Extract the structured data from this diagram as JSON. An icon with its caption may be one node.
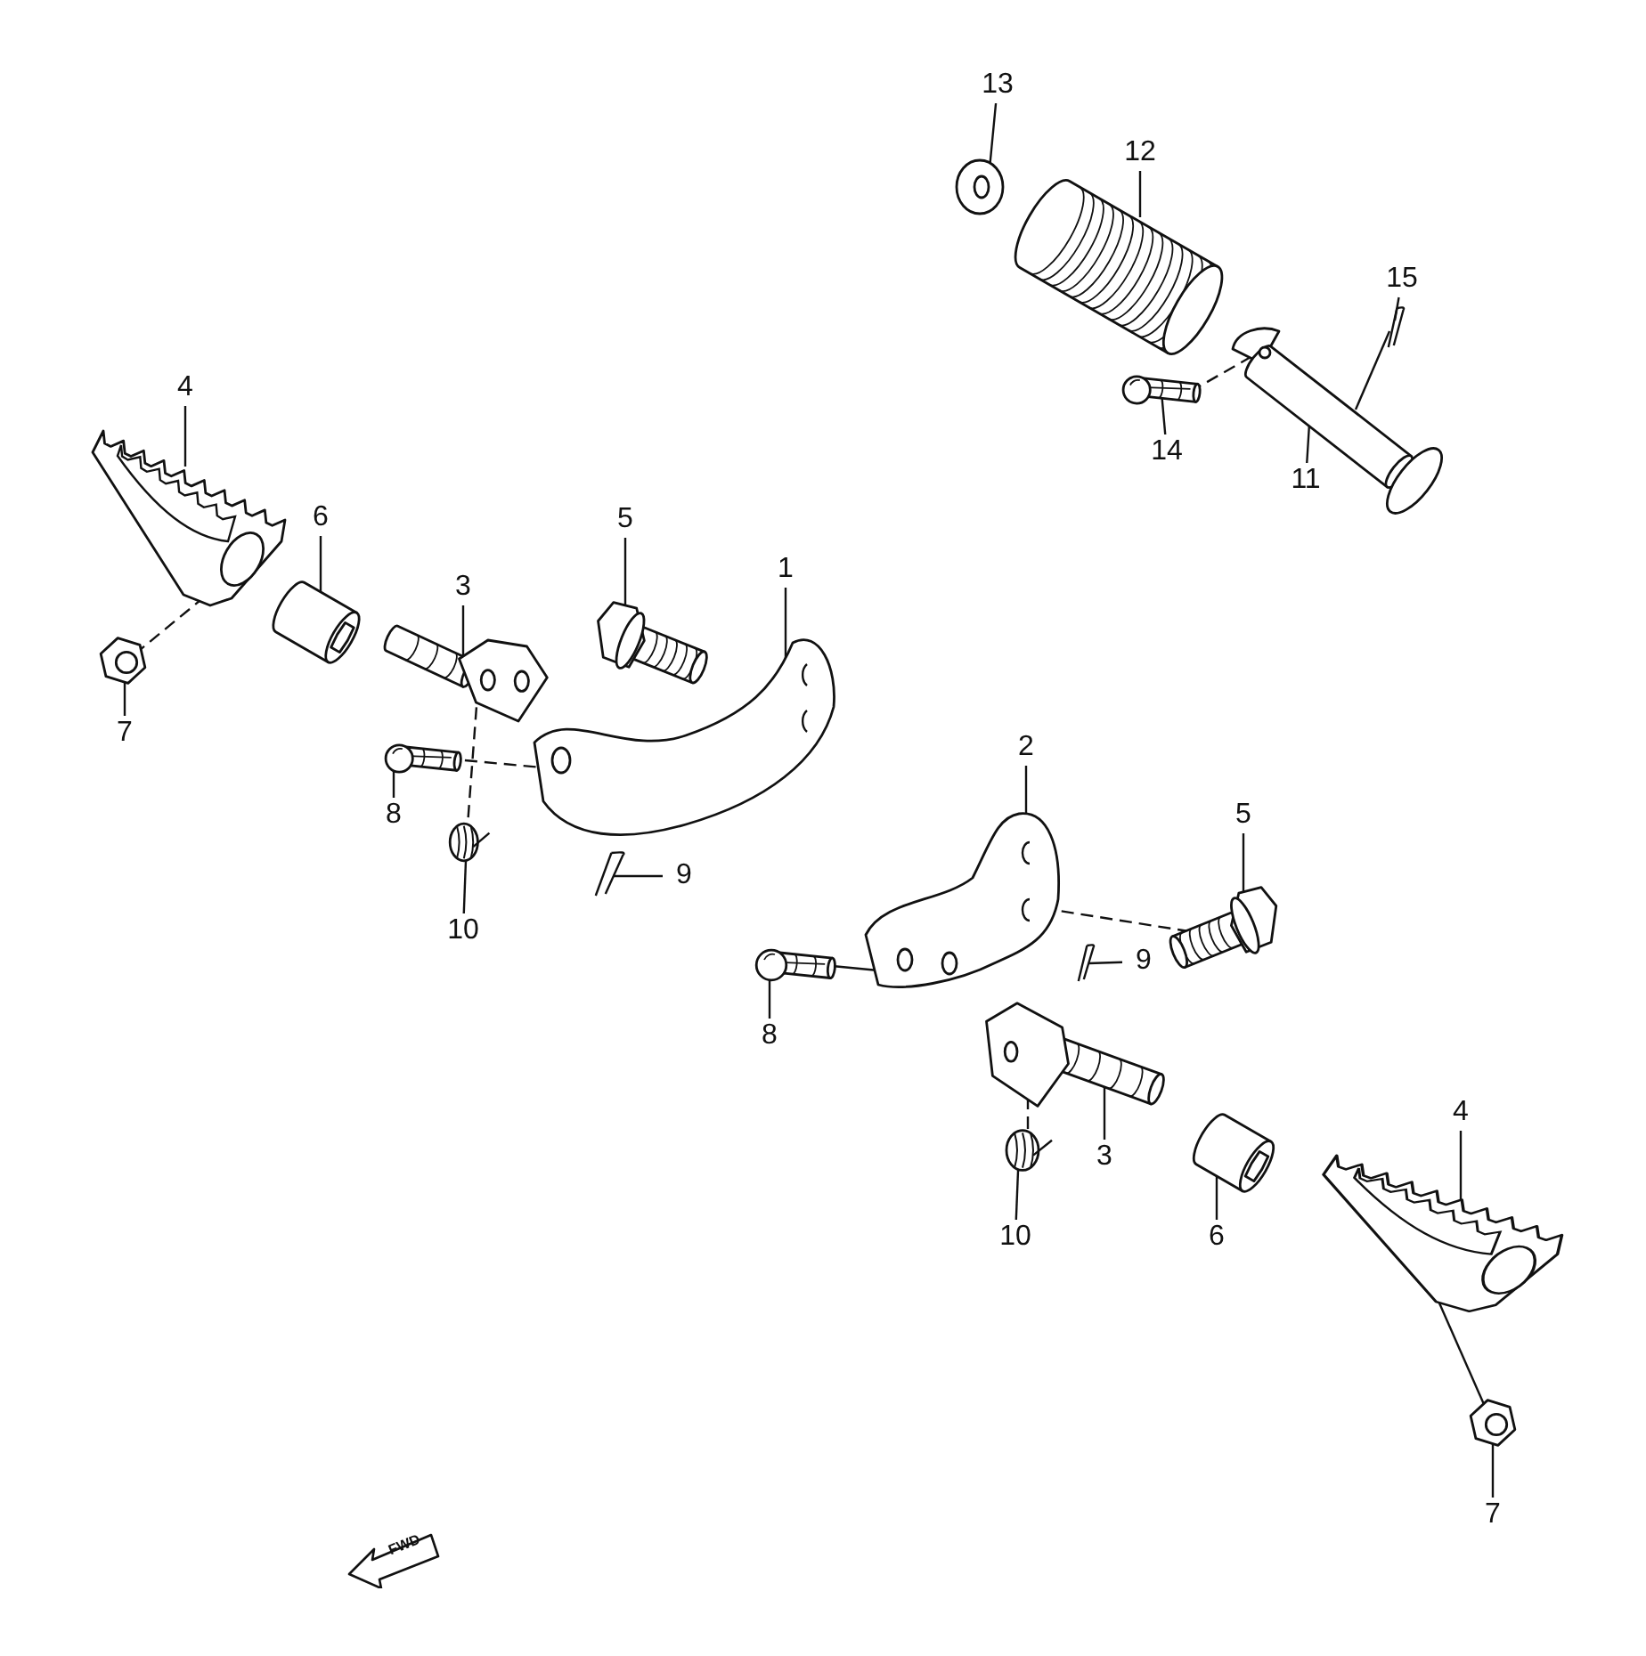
{
  "diagram": {
    "nodes": [
      {
        "text": [
          "13"
        ]
      },
      {
        "text": [],
        "shape": "picture"
      },
      {
        "text": [
          "12"
        ]
      },
      {
        "text": [],
        "shape": "picture"
      },
      {
        "text": [
          "15"
        ]
      },
      {
        "text": [],
        "shape": "picture"
      },
      {
        "text": [
          "4"
        ]
      },
      {
        "text": [],
        "shape": "picture"
      },
      {
        "text": [
          "14"
        ]
      },
      {
        "text": [],
        "shape": "picture"
      },
      {
        "text": [
          "11"
        ]
      },
      {
        "text": [],
        "shape": "picture"
      },
      {
        "text": [
          "6"
        ]
      },
      {
        "text": [],
        "shape": "picture"
      },
      {
        "text": [
          "5"
        ]
      },
      {
        "text": [],
        "shape": "picture"
      },
      {
        "text": [
          "1"
        ]
      },
      {
        "text": [],
        "shape": "picture"
      },
      {
        "text": [
          "3"
        ]
      },
      {
        "text": [],
        "shape": "picture"
      },
      {
        "text": [
          "7"
        ]
      },
      {
        "text": [],
        "shape": "picture"
      },
      {
        "text": [
          "2"
        ]
      },
      {
        "text": [],
        "shape": "picture"
      },
      {
        "text": [
          "8"
        ]
      },
      {
        "text": [],
        "shape": "picture"
      },
      {
        "text": [
          "5"
        ]
      },
      {
        "text": [],
        "shape": "picture"
      },
      {
        "text": [
          "9"
        ]
      },
      {
        "text": [],
        "shape": "picture"
      },
      {
        "text": [
          "10"
        ]
      },
      {
        "text": [],
        "shape": "picture"
      },
      {
        "text": [
          "9"
        ]
      },
      {
        "text": [],
        "shape": "picture"
      },
      {
        "text": [
          "8"
        ]
      },
      {
        "text": [],
        "shape": "picture"
      },
      {
        "text": [
          "4"
        ]
      },
      {
        "text": [],
        "shape": "picture"
      },
      {
        "text": [
          "3"
        ]
      },
      {
        "text": [],
        "shape": "picture"
      },
      {
        "text": [
          "6"
        ]
      },
      {
        "text": [],
        "shape": "picture"
      },
      {
        "text": [
          "10"
        ]
      },
      {
        "text": [],
        "shape": "picture"
      },
      {
        "text": [
          "7"
        ]
      },
      {
        "text": [],
        "shape": "picture"
      }
    ],
    "edges": [
      {
        "from": 0,
        "to": 1,
        "arrow": "none"
      },
      {
        "from": 2,
        "to": 3,
        "arrow": "none"
      },
      {
        "from": 4,
        "to": 5,
        "arrow": "none"
      },
      {
        "from": 6,
        "to": 7,
        "arrow": "none"
      },
      {
        "from": 8,
        "to": 9,
        "arrow": "none"
      },
      {
        "from": 10,
        "to": 11,
        "arrow": "none"
      },
      {
        "from": 12,
        "to": 13,
        "arrow": "none"
      },
      {
        "from": 14,
        "to": 15,
        "arrow": "none"
      },
      {
        "from": 16,
        "to": 17,
        "arrow": "none"
      },
      {
        "from": 18,
        "to": 19,
        "arrow": "none"
      },
      {
        "from": 20,
        "to": 21,
        "arrow": "none"
      },
      {
        "from": 22,
        "to": 23,
        "arrow": "none"
      },
      {
        "from": 24,
        "to": 25,
        "arrow": "none"
      },
      {
        "from": 26,
        "to": 27,
        "arrow": "none"
      },
      {
        "from": 28,
        "to": 29,
        "arrow": "none"
      },
      {
        "from": 30,
        "to": 31,
        "arrow": "none"
      },
      {
        "from": 32,
        "to": 33,
        "arrow": "none"
      },
      {
        "from": 34,
        "to": 35,
        "arrow": "none"
      },
      {
        "from": 36,
        "to": 37,
        "arrow": "none"
      },
      {
        "from": 38,
        "to": 39,
        "arrow": "none"
      },
      {
        "from": 40,
        "to": 41,
        "arrow": "none"
      },
      {
        "from": 42,
        "to": 43,
        "arrow": "none"
      },
      {
        "from": 44,
        "to": 45,
        "arrow": "none"
      },
      {
        "from": 9,
        "to": 11,
        "arrow": "none",
        "style": "dashed"
      },
      {
        "from": 5,
        "to": 11,
        "arrow": "none"
      },
      {
        "from": 7,
        "to": 21,
        "arrow": "none",
        "style": "dashed"
      },
      {
        "from": 25,
        "to": 17,
        "arrow": "none",
        "style": "dashed"
      },
      {
        "from": 31,
        "to": 19,
        "arrow": "none",
        "style": "dashed"
      },
      {
        "from": 23,
        "to": 27,
        "arrow": "none",
        "style": "dashed"
      },
      {
        "from": 43,
        "to": 39,
        "arrow": "none",
        "style": "dashed"
      },
      {
        "from": 37,
        "to": 45,
        "arrow": "none"
      },
      {
        "from": 35,
        "to": 23,
        "arrow": "none"
      }
    ],
    "labels": [
      "FWD"
    ]
  }
}
